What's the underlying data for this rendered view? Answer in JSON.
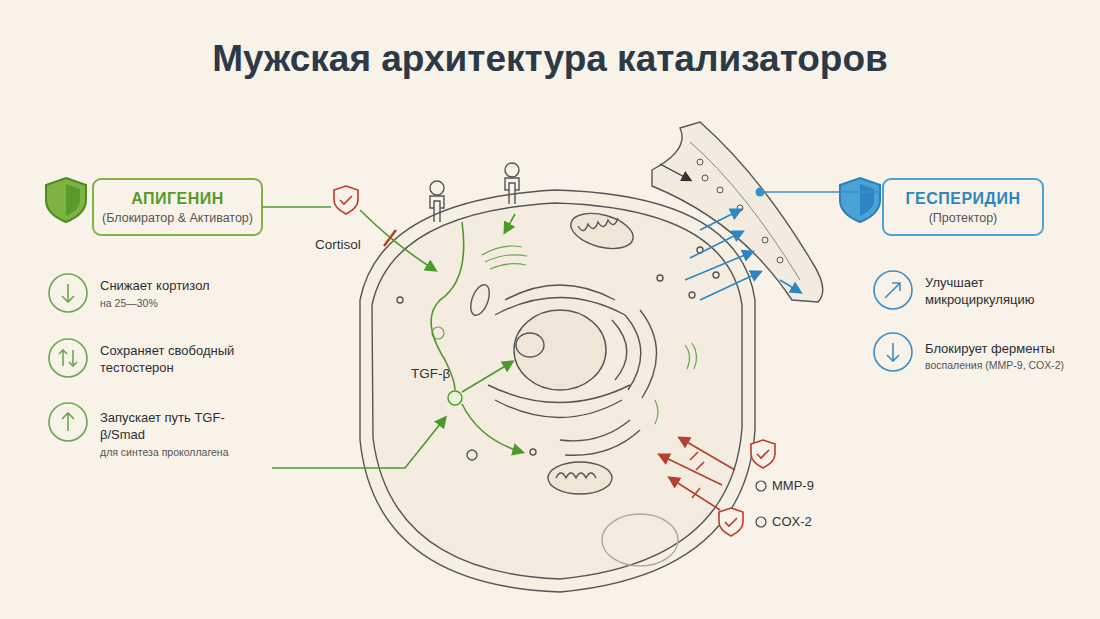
{
  "diagram": {
    "title": "Мужская архитектура катализаторов",
    "nodes": [
      {
        "text": [
          "АПИГЕНИН",
          "(Блокиратор & Активатор)"
        ]
      },
      {
        "text": [
          "ГЕСПЕРИДИН",
          "(Протектор)"
        ]
      }
    ],
    "labels": [
      "Cortisol",
      "Снижает кортизол",
      "на 25—30%",
      "Сохраняет свободный тестостерон",
      "Запускает путь TGF-β/Smad",
      "для синтеза проколлагена",
      "TGF-β",
      "Улучшает микроциркуляцию",
      "Блокирует ферменты",
      "воспаления (MMP-9, COX-2)",
      "MMP-9",
      "COX-2"
    ]
  }
}
